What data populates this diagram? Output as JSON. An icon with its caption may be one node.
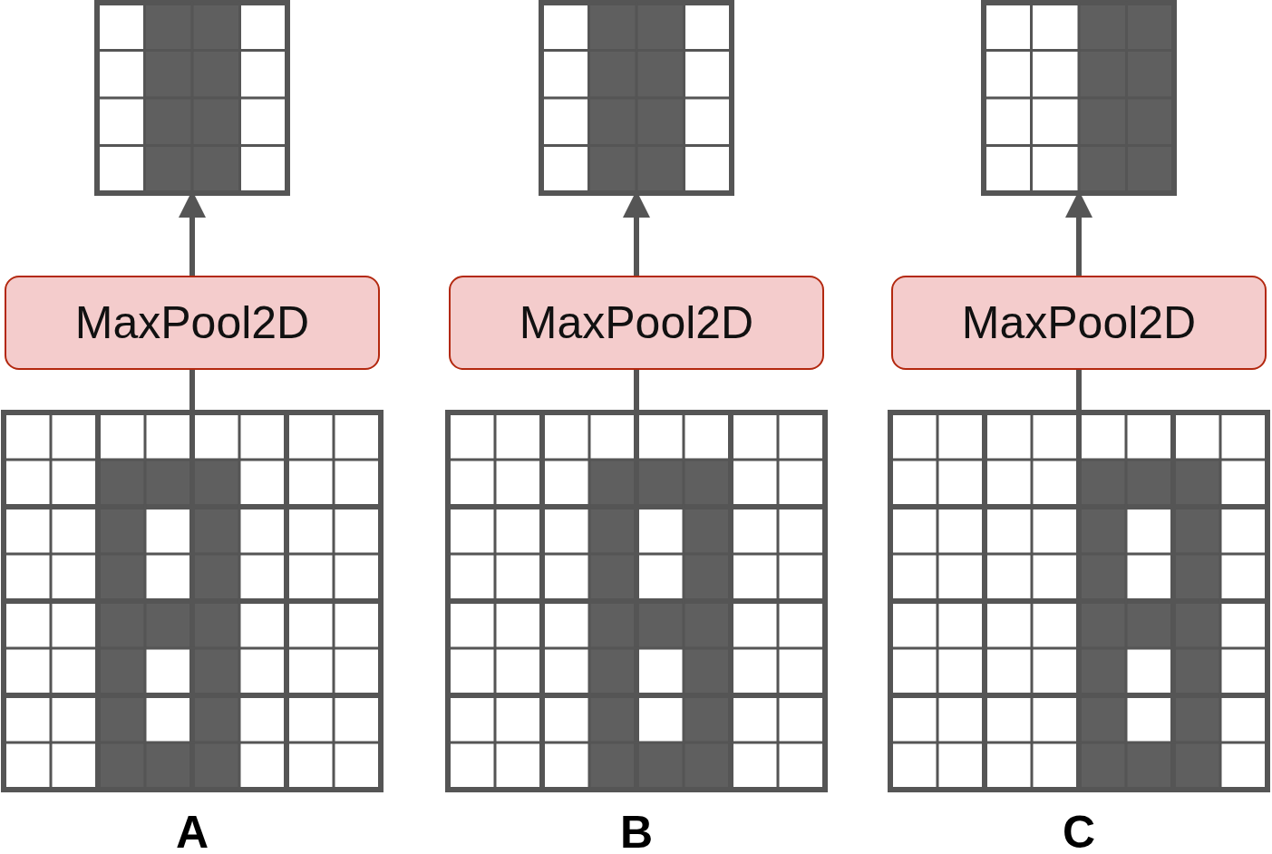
{
  "diagram": {
    "nodes": [
      {
        "text": [],
        "shape": "grid"
      },
      {
        "text": [],
        "shape": "grid"
      },
      {
        "text": [],
        "shape": "grid"
      },
      {
        "text": [
          "MaxPool2D"
        ]
      },
      {
        "text": [
          "MaxPool2D"
        ]
      },
      {
        "text": [
          "MaxPool2D"
        ]
      },
      {
        "text": [],
        "shape": "grid",
        "beside": [
          "A"
        ]
      },
      {
        "text": [],
        "shape": "grid",
        "beside": [
          "B"
        ]
      },
      {
        "text": [],
        "shape": "grid",
        "beside": [
          "C"
        ]
      }
    ],
    "edges": [
      {
        "from": 6,
        "to": 3,
        "arrow": "none"
      },
      {
        "from": 3,
        "to": 0,
        "arrow": "to"
      },
      {
        "from": 7,
        "to": 4,
        "arrow": "none"
      },
      {
        "from": 4,
        "to": 1,
        "arrow": "to"
      },
      {
        "from": 8,
        "to": 5,
        "arrow": "none"
      },
      {
        "from": 5,
        "to": 2,
        "arrow": "to"
      }
    ]
  }
}
